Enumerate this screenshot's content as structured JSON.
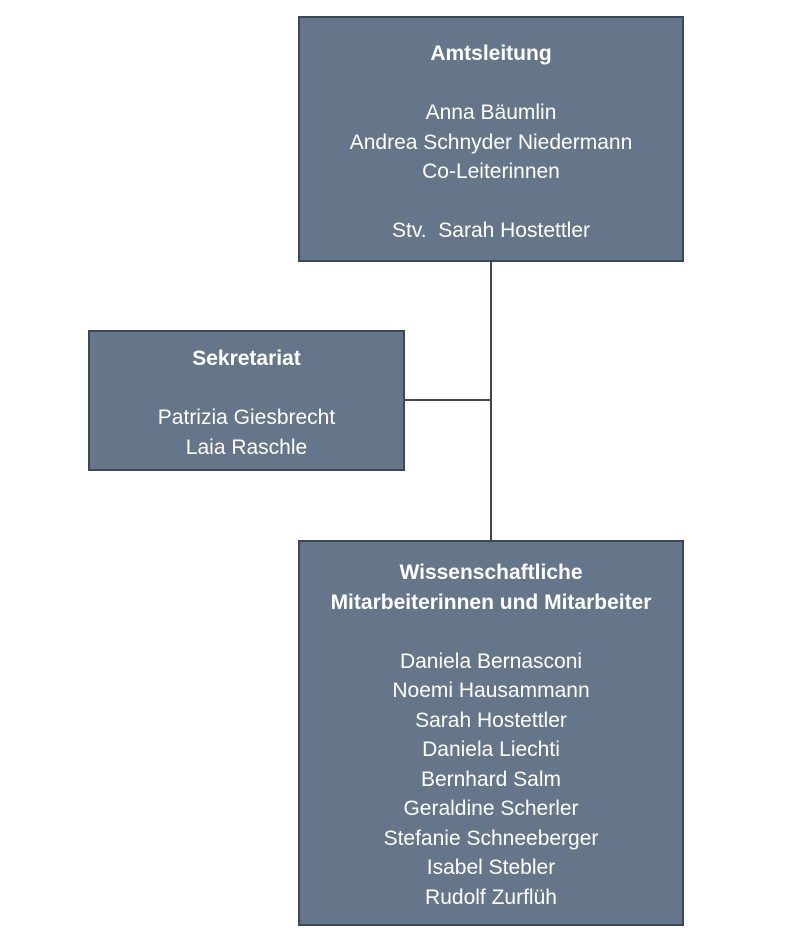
{
  "leitung": {
    "title": "Amtsleitung",
    "lines": [
      "Anna Bäumlin",
      "Andrea Schnyder Niedermann",
      "Co-Leiterinnen"
    ],
    "deputy": "Stv.  Sarah Hostettler"
  },
  "sekretariat": {
    "title": "Sekretariat",
    "lines": [
      "Patrizia Giesbrecht",
      "Laia Raschle"
    ]
  },
  "wissenschaftliche": {
    "title_lines": [
      "Wissenschaftliche",
      "Mitarbeiterinnen und Mitarbeiter"
    ],
    "lines": [
      "Daniela Bernasconi",
      "Noemi Hausammann",
      "Sarah Hostettler",
      "Daniela Liechti",
      "Bernhard Salm",
      "Geraldine Scherler",
      "Stefanie Schneeberger",
      "Isabel Stebler",
      "Rudolf Zurflüh"
    ]
  },
  "colors": {
    "box_fill": "#66768a",
    "box_border": "#3d4856",
    "connector": "#3d4856",
    "text": "#ffffff"
  }
}
